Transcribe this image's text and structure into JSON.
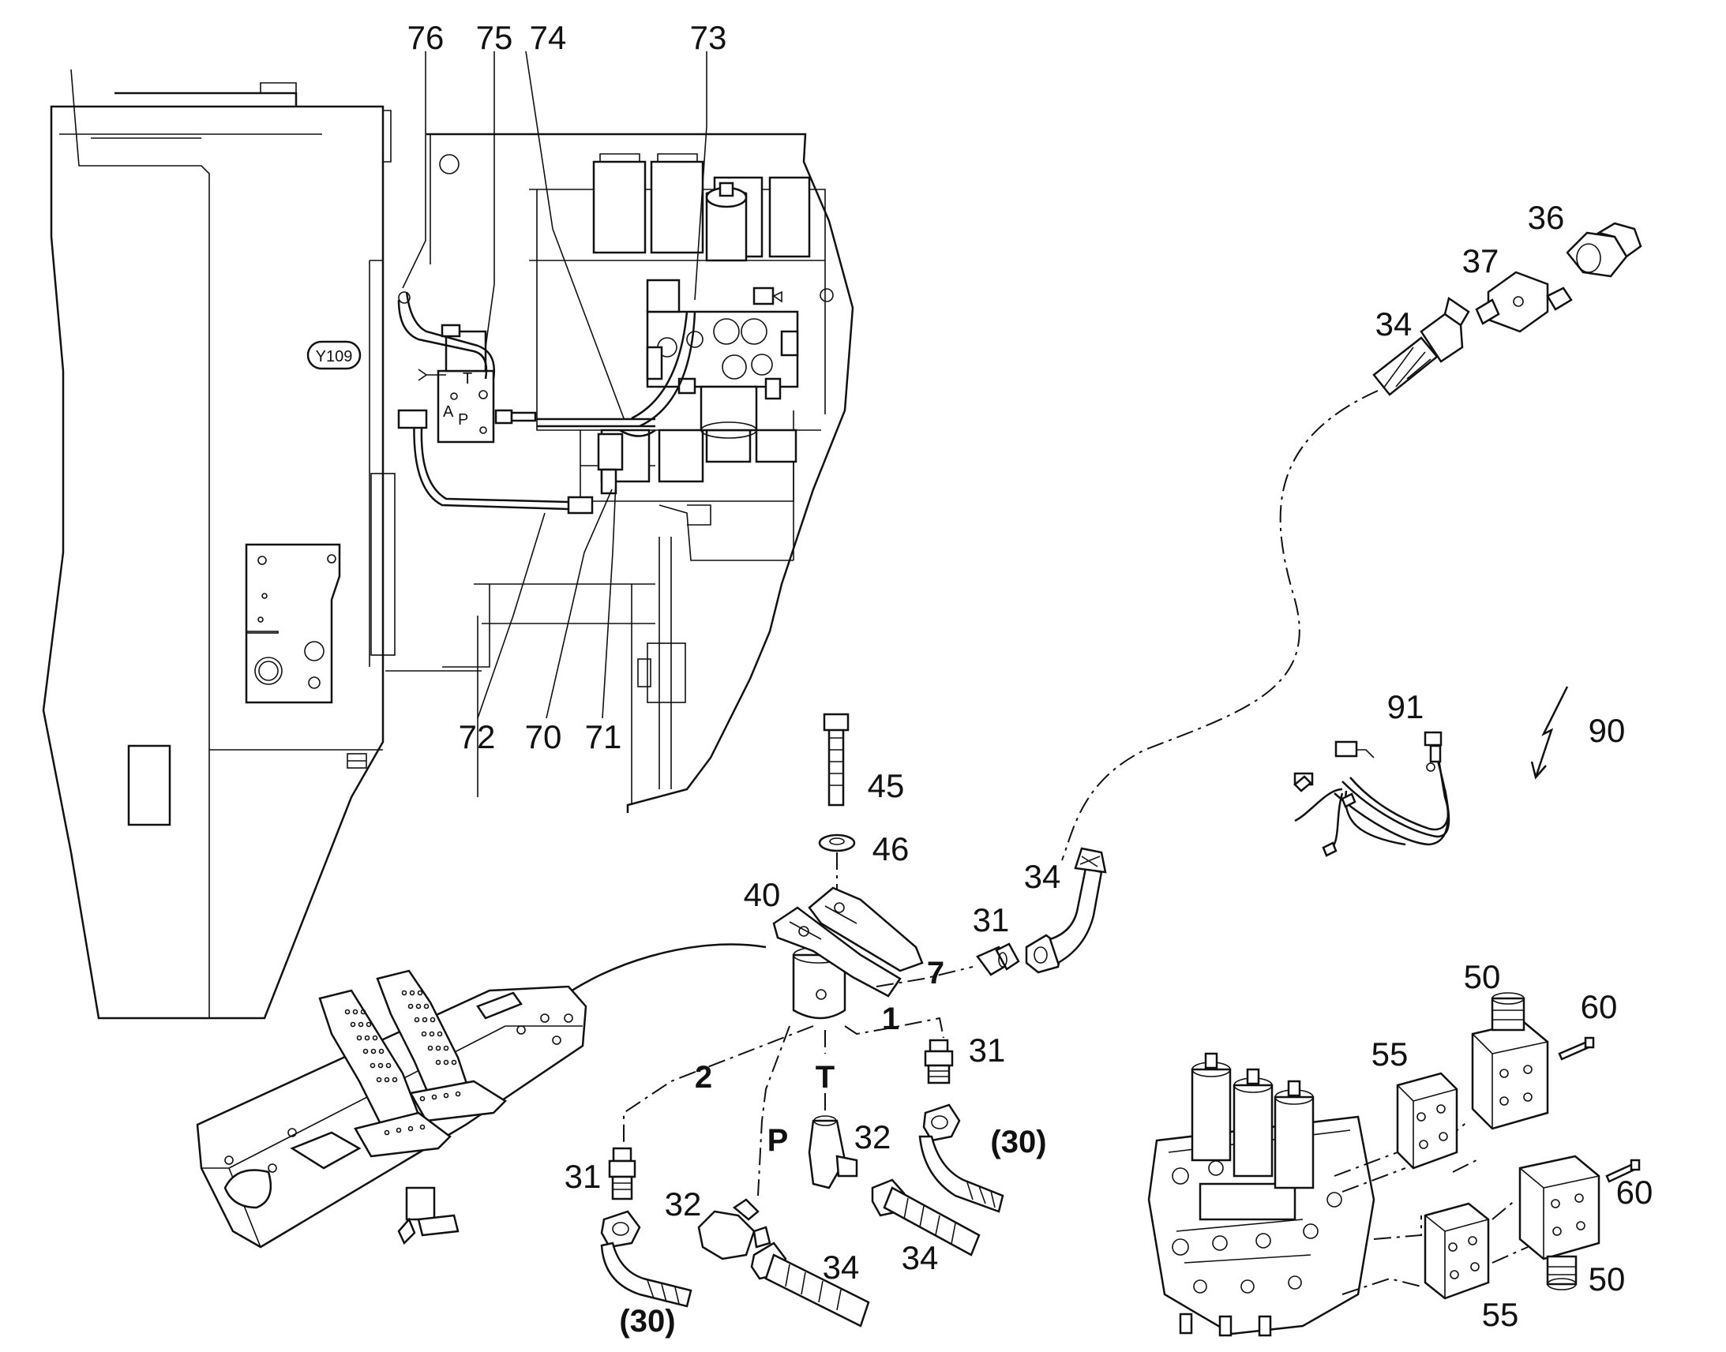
{
  "callouts": {
    "c76": "76",
    "c75": "75",
    "c74": "74",
    "c73": "73",
    "c72": "72",
    "c70": "70",
    "c71": "71",
    "c36": "36",
    "c37": "37",
    "c34a": "34",
    "c34b": "34",
    "c34c": "34",
    "c34d": "34",
    "c91": "91",
    "c90": "90",
    "c45": "45",
    "c46": "46",
    "c40": "40",
    "c31a": "31",
    "c31b": "31",
    "c31c": "31",
    "c32a": "32",
    "c32b": "32",
    "c50a": "50",
    "c50b": "50",
    "c60a": "60",
    "c60b": "60",
    "c55a": "55",
    "c55b": "55",
    "y109": "Y109"
  },
  "ports": {
    "p7": "7",
    "p1": "1",
    "p2": "2",
    "pT": "T",
    "pP": "P",
    "ref30a": "(30)",
    "ref30b": "(30)"
  },
  "valve_ports": {
    "t": "T",
    "a": "A",
    "p": "P"
  }
}
